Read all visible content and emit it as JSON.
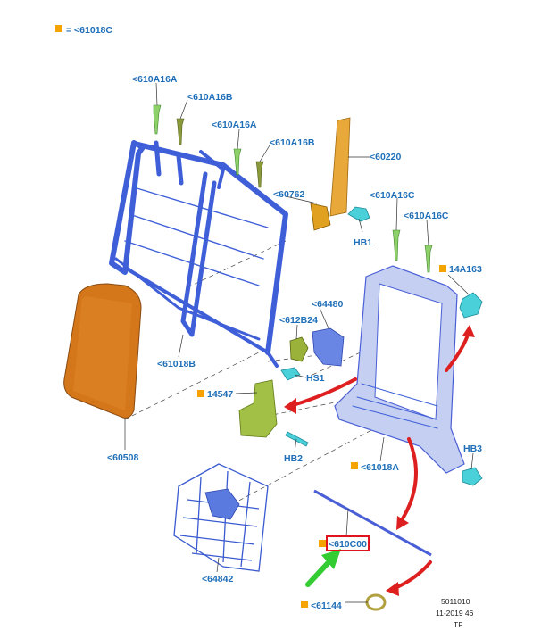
{
  "legend": {
    "marker_color": "#f5a300",
    "text": "= <61018C"
  },
  "labels": {
    "l610A16A_top": "<610A16A",
    "l610A16B_top": "<610A16B",
    "l610A16A_mid": "<610A16A",
    "l610A16B_mid": "<610A16B",
    "l60220": "<60220",
    "l60762": "<60762",
    "l610A16C_a": "<610A16C",
    "l610A16C_b": "<610A16C",
    "lHB1": "HB1",
    "l14A163": "14A163",
    "l64480": "<64480",
    "l612B24": "<612B24",
    "l61018B": "<61018B",
    "lHS1": "HS1",
    "l14547": "14547",
    "lHB2": "HB2",
    "l60508": "<60508",
    "l61018A": "<61018A",
    "lHB3": "HB3",
    "l610C00": "<610C00",
    "l64842": "<64842",
    "l61144": "<61144"
  },
  "footer": {
    "line1": "5011010",
    "line2": "11-2019 46",
    "line3": "TF"
  },
  "colors": {
    "label_blue": "#1f6fb8",
    "marker_orange": "#f5a300",
    "highlight_red": "#e0141e",
    "pointer_green": "#33cc33",
    "arrow_red": "#dd1f1f",
    "frame_blue": "#3f5fd8",
    "pad_orange": "#d4761a"
  }
}
